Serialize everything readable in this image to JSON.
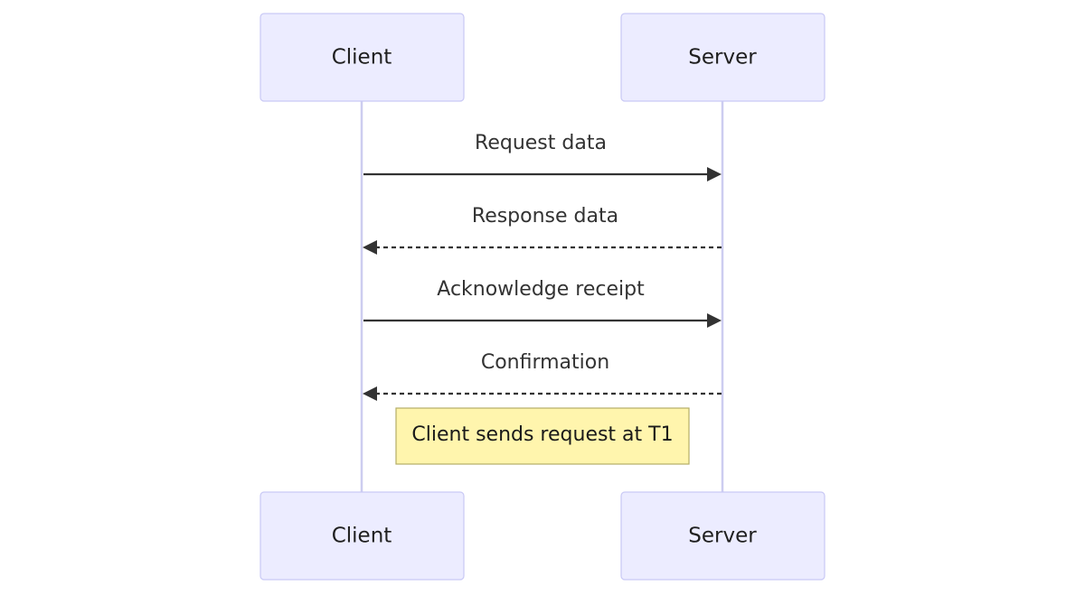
{
  "participants": {
    "client": "Client",
    "server": "Server"
  },
  "messages": [
    {
      "from": "client",
      "to": "server",
      "label": "Request data",
      "style": "solid"
    },
    {
      "from": "server",
      "to": "client",
      "label": "Response data",
      "style": "dashed"
    },
    {
      "from": "client",
      "to": "server",
      "label": "Acknowledge receipt",
      "style": "solid"
    },
    {
      "from": "server",
      "to": "client",
      "label": "Confirmation",
      "style": "dashed"
    }
  ],
  "note": {
    "text": "Client sends request at T1"
  },
  "colors": {
    "actor_fill": "#ececff",
    "actor_stroke": "#c9c9f5",
    "lifeline": "#cdcdf0",
    "message": "#333333",
    "note_fill": "#fff5ad",
    "note_stroke": "#b5ae66"
  }
}
